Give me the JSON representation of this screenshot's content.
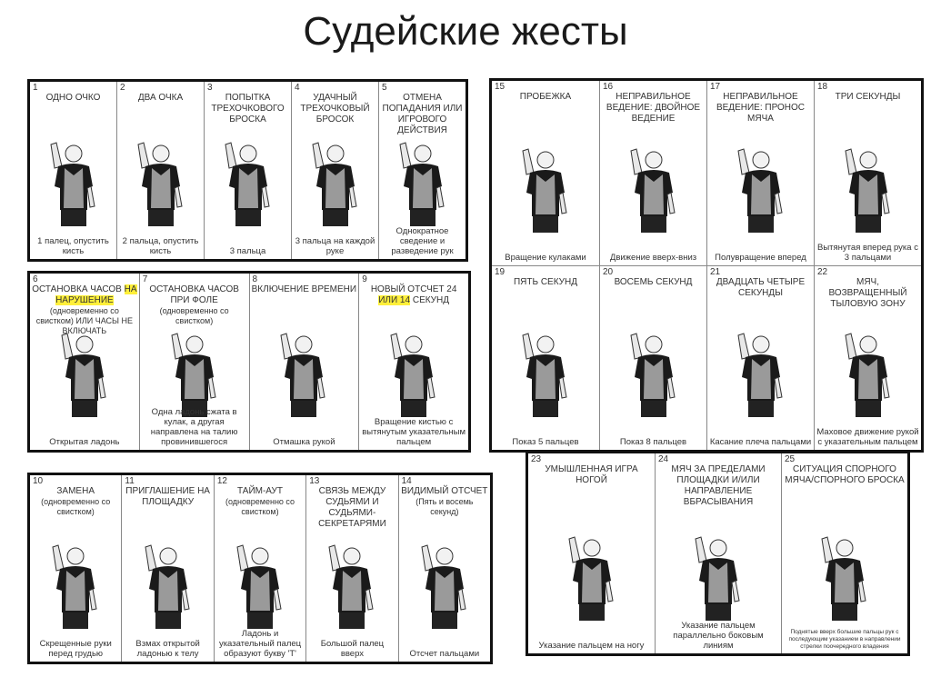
{
  "slide_title": "Судейские жесты",
  "colors": {
    "highlight": "#ffef3a",
    "jersey_gray": "#9a9a9a",
    "jersey_black": "#1a1a1a"
  },
  "boxes": [
    {
      "id": "scoring",
      "panels": [
        {
          "num": "1",
          "title": [
            {
              "text": "ОДНО ОЧКО"
            }
          ],
          "caption": "1 палец, опустить кисть"
        },
        {
          "num": "2",
          "title": [
            {
              "text": "ДВА ОЧКА"
            }
          ],
          "caption": "2 пальца, опустить кисть"
        },
        {
          "num": "3",
          "title": [
            {
              "text": "ПОПЫТКА ТРЕХОЧКОВОГО БРОСКА"
            }
          ],
          "caption": "3 пальца"
        },
        {
          "num": "4",
          "title": [
            {
              "text": "УДАЧНЫЙ ТРЕХОЧКОВЫЙ БРОСОК"
            }
          ],
          "caption": "3 пальца на каждой руке"
        },
        {
          "num": "5",
          "title": [
            {
              "text": "ОТМЕНА ПОПАДАНИЯ ИЛИ ИГРОВОГО ДЕЙСТВИЯ"
            }
          ],
          "caption": "Однократное сведение и разведение рук"
        }
      ]
    },
    {
      "id": "clock",
      "panels": [
        {
          "num": "6",
          "title": [
            {
              "text": "ОСТАНОВКА ЧАСОВ "
            },
            {
              "text": "НА НАРУШЕНИЕ",
              "highlight": true
            }
          ],
          "subtitle": "(одновременно со свистком) ИЛИ ЧАСЫ НЕ ВКЛЮЧАТЬ",
          "caption": "Открытая ладонь"
        },
        {
          "num": "7",
          "title": [
            {
              "text": "ОСТАНОВКА ЧАСОВ ПРИ ФОЛЕ"
            }
          ],
          "subtitle": "(одновременно со свистком)",
          "caption": "Одна ладонь сжата в кулак, а другая направлена на талию провинившегося"
        },
        {
          "num": "8",
          "title": [
            {
              "text": "ВКЛЮЧЕНИЕ ВРЕМЕНИ"
            }
          ],
          "caption": "Отмашка рукой"
        },
        {
          "num": "9",
          "title": [
            {
              "text": "НОВЫЙ ОТСЧЕТ 24 "
            },
            {
              "text": "ИЛИ 14",
              "highlight": true
            },
            {
              "text": " СЕКУНД"
            }
          ],
          "caption": "Вращение кистью с вытянутым указательным пальцем"
        }
      ]
    },
    {
      "id": "admin",
      "panels": [
        {
          "num": "10",
          "title": [
            {
              "text": "ЗАМЕНА"
            }
          ],
          "subtitle": "(одновременно со свистком)",
          "caption": "Скрещенные руки перед грудью"
        },
        {
          "num": "11",
          "title": [
            {
              "text": "ПРИГЛАШЕНИЕ НА ПЛОЩАДКУ"
            }
          ],
          "caption": "Взмах открытой ладонью к телу"
        },
        {
          "num": "12",
          "title": [
            {
              "text": "ТАЙМ-АУТ"
            }
          ],
          "subtitle": "(одновременно со свистком)",
          "caption": "Ладонь и указательный палец образуют букву 'Т'"
        },
        {
          "num": "13",
          "title": [
            {
              "text": "СВЯЗЬ МЕЖДУ СУДЬЯМИ И СУДЬЯМИ-СЕКРЕТАРЯМИ"
            }
          ],
          "caption": "Большой палец вверх"
        },
        {
          "num": "14",
          "title": [
            {
              "text": "ВИДИМЫЙ ОТСЧЕТ"
            }
          ],
          "subtitle": "(Пять и восемь секунд)",
          "caption": "Отсчет пальцами"
        }
      ]
    },
    {
      "id": "violations",
      "panels": [
        {
          "num": "15",
          "title": [
            {
              "text": "ПРОБЕЖКА"
            }
          ],
          "caption": "Вращение кулаками"
        },
        {
          "num": "16",
          "title": [
            {
              "text": "НЕПРАВИЛЬНОЕ ВЕДЕНИЕ: ДВОЙНОЕ ВЕДЕНИЕ"
            }
          ],
          "caption": "Движение вверх-вниз"
        },
        {
          "num": "17",
          "title": [
            {
              "text": "НЕПРАВИЛЬНОЕ ВЕДЕНИЕ: ПРОНОС МЯЧА"
            }
          ],
          "caption": "Полувращение вперед"
        },
        {
          "num": "18",
          "title": [
            {
              "text": "ТРИ СЕКУНДЫ"
            }
          ],
          "caption": "Вытянутая вперед рука с 3 пальцами"
        },
        {
          "num": "19",
          "title": [
            {
              "text": "ПЯТЬ СЕКУНД"
            }
          ],
          "caption": "Показ 5 пальцев"
        },
        {
          "num": "20",
          "title": [
            {
              "text": "ВОСЕМЬ СЕКУНД"
            }
          ],
          "caption": "Показ 8 пальцев"
        },
        {
          "num": "21",
          "title": [
            {
              "text": "ДВАДЦАТЬ ЧЕТЫРЕ СЕКУНДЫ"
            }
          ],
          "caption": "Касание плеча пальцами"
        },
        {
          "num": "22",
          "title": [
            {
              "text": "МЯЧ, ВОЗВРАЩЕННЫЙ ТЫЛОВУЮ ЗОНУ"
            }
          ],
          "caption": "Маховое движение рукой с указательным пальцем"
        }
      ]
    },
    {
      "id": "other",
      "panels": [
        {
          "num": "23",
          "title": [
            {
              "text": "УМЫШЛЕННАЯ ИГРА НОГОЙ"
            }
          ],
          "caption": "Указание пальцем на ногу"
        },
        {
          "num": "24",
          "title": [
            {
              "text": "МЯЧ ЗА ПРЕДЕЛАМИ ПЛОЩАДКИ И/ИЛИ НАПРАВЛЕНИЕ ВБРАСЫВАНИЯ"
            }
          ],
          "caption": "Указание пальцем параллельно боковым линиям"
        },
        {
          "num": "25",
          "title": [
            {
              "text": "СИТУАЦИЯ СПОРНОГО МЯЧА/СПОРНОГО БРОСКА"
            }
          ],
          "caption": "Поднятые вверх большие пальцы рук с последующим указанием в направлении стрелки поочередного владения",
          "caption_small": true
        }
      ]
    }
  ]
}
